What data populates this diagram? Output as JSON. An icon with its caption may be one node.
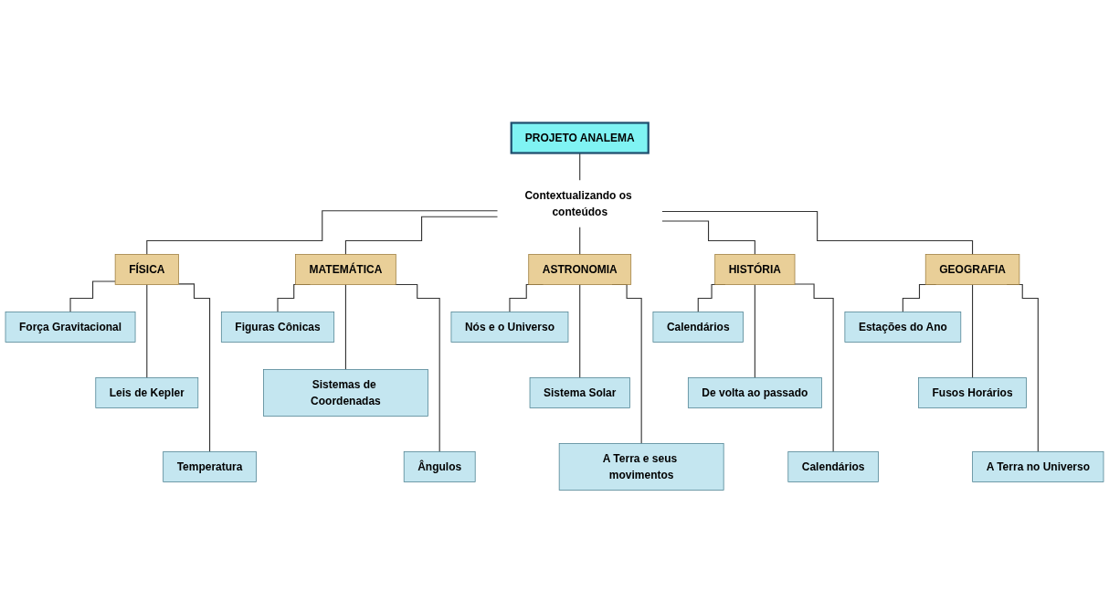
{
  "diagram": {
    "nodes": [
      {
        "text": [
          "PROJETO ANALEMA"
        ]
      },
      {
        "text": [
          "Contextualizando os conteúdos"
        ]
      },
      {
        "text": [
          "FÍSICA"
        ]
      },
      {
        "text": [
          "MATEMÁTICA"
        ]
      },
      {
        "text": [
          "ASTRONOMIA"
        ]
      },
      {
        "text": [
          "HISTÓRIA"
        ]
      },
      {
        "text": [
          "GEOGRAFIA"
        ]
      },
      {
        "text": [
          "Força Gravitacional"
        ]
      },
      {
        "text": [
          "Leis de Kepler"
        ]
      },
      {
        "text": [
          "Temperatura"
        ]
      },
      {
        "text": [
          "Figuras Cônicas"
        ]
      },
      {
        "text": [
          "Sistemas de Coordenadas"
        ]
      },
      {
        "text": [
          "Ângulos"
        ]
      },
      {
        "text": [
          "Nós e o Universo"
        ]
      },
      {
        "text": [
          "Sistema Solar"
        ]
      },
      {
        "text": [
          "A Terra e seus movimentos"
        ]
      },
      {
        "text": [
          "Calendários"
        ]
      },
      {
        "text": [
          "De volta ao passado"
        ]
      },
      {
        "text": [
          "Calendários"
        ]
      },
      {
        "text": [
          "Estações do Ano"
        ]
      },
      {
        "text": [
          "Fusos Horários"
        ]
      },
      {
        "text": [
          "A Terra no Universo"
        ]
      }
    ],
    "edges": [
      {
        "from": 0,
        "to": 1,
        "arrow": "none"
      },
      {
        "from": 1,
        "to": 2,
        "arrow": "none"
      },
      {
        "from": 1,
        "to": 3,
        "arrow": "none"
      },
      {
        "from": 1,
        "to": 4,
        "arrow": "none"
      },
      {
        "from": 1,
        "to": 5,
        "arrow": "none"
      },
      {
        "from": 1,
        "to": 6,
        "arrow": "none"
      },
      {
        "from": 2,
        "to": 7,
        "arrow": "none"
      },
      {
        "from": 2,
        "to": 8,
        "arrow": "none"
      },
      {
        "from": 2,
        "to": 9,
        "arrow": "none"
      },
      {
        "from": 3,
        "to": 10,
        "arrow": "none"
      },
      {
        "from": 3,
        "to": 11,
        "arrow": "none"
      },
      {
        "from": 3,
        "to": 12,
        "arrow": "none"
      },
      {
        "from": 4,
        "to": 13,
        "arrow": "none"
      },
      {
        "from": 4,
        "to": 14,
        "arrow": "none"
      },
      {
        "from": 4,
        "to": 15,
        "arrow": "none"
      },
      {
        "from": 5,
        "to": 16,
        "arrow": "none"
      },
      {
        "from": 5,
        "to": 17,
        "arrow": "none"
      },
      {
        "from": 5,
        "to": 18,
        "arrow": "none"
      },
      {
        "from": 6,
        "to": 19,
        "arrow": "none"
      },
      {
        "from": 6,
        "to": 20,
        "arrow": "none"
      },
      {
        "from": 6,
        "to": 21,
        "arrow": "none"
      }
    ]
  }
}
